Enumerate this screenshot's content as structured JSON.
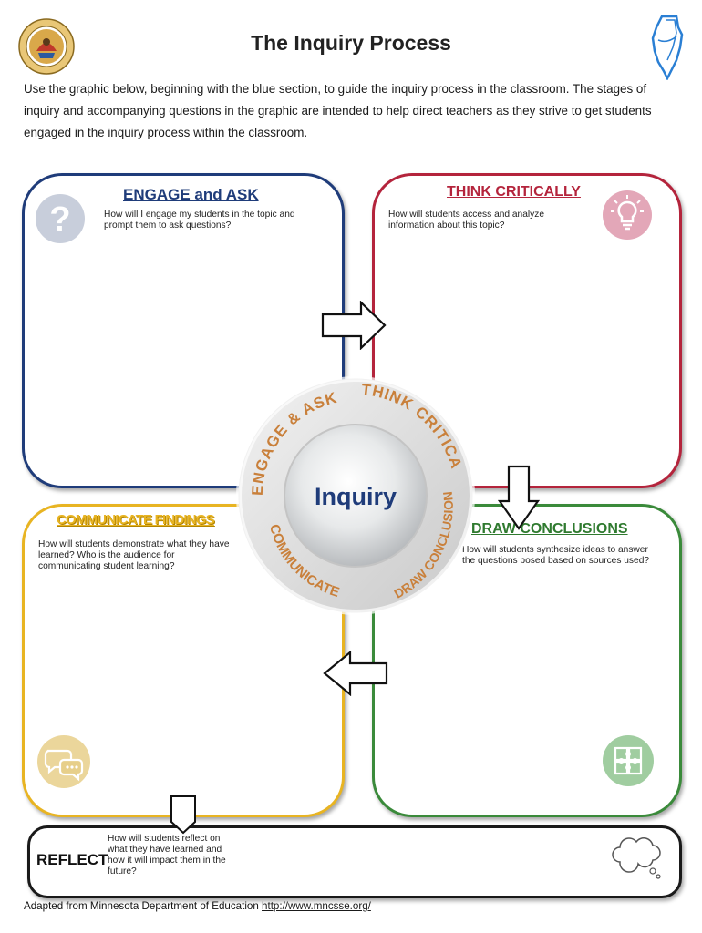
{
  "header": {
    "title": "The Inquiry Process",
    "intro": "Use the graphic below, beginning with the blue section, to guide the inquiry process in the classroom. The stages of inquiry and accompanying questions in the graphic are intended to help direct teachers as they strive to get students engaged in the inquiry process within the classroom."
  },
  "sections": {
    "engage": {
      "title": "ENGAGE and ASK",
      "question": "How will I engage my students in the topic and prompt them to ask questions?",
      "icon": "question-mark-icon",
      "color": "#1f3c7a"
    },
    "think": {
      "title": "THINK CRITICALLY",
      "question": "How will students access and analyze information about this topic?",
      "icon": "lightbulb-icon",
      "color": "#b4243c"
    },
    "communicate": {
      "title": "COMMUNICATE FINDINGS",
      "question": "How will students demonstrate what they have learned? Who is the audience for communicating student learning?",
      "icon": "chat-bubbles-icon",
      "color": "#e8b422"
    },
    "draw": {
      "title": "DRAW CONCLUSIONS",
      "question": "How will students synthesize ideas to answer the questions posed based on sources used?",
      "icon": "puzzle-icon",
      "color": "#3a8a3a"
    },
    "reflect": {
      "title": "REFLECT",
      "question": "How will students reflect on what they have learned and how it will impact them in the future?",
      "icon": "thought-cloud-icon"
    }
  },
  "wheel": {
    "center": "Inquiry",
    "segments": [
      "ENGAGE & ASK",
      "THINK CRITICALLY",
      "DRAW CONCLUSIONS",
      "COMMUNICATE FINDINGS"
    ]
  },
  "footer": {
    "text": "Adapted from Minnesota Department of Education",
    "link": "http://www.mncsse.org/"
  }
}
